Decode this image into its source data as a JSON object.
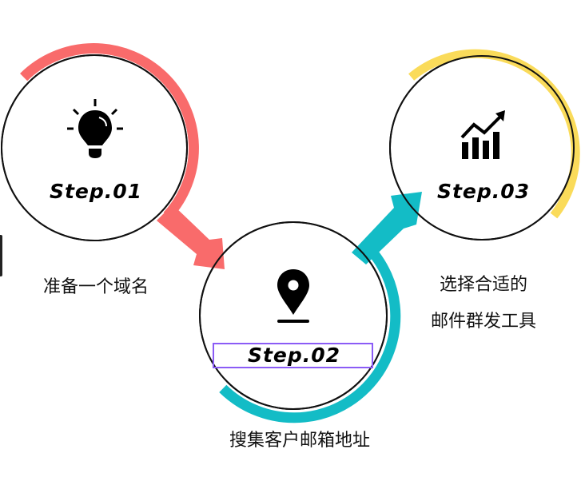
{
  "steps": [
    {
      "label": "Step.01",
      "caption": "准备一个域名",
      "icon": "lightbulb-icon",
      "color": "#f96b6b"
    },
    {
      "label": "Step.02",
      "caption": "搜集客户邮箱地址",
      "icon": "map-pin-icon",
      "color": "#13bcc6"
    },
    {
      "label": "Step.03",
      "caption_line1": "选择合适的",
      "caption_line2": "邮件群发工具",
      "icon": "bar-chart-growth-icon",
      "color": "#fadb5a"
    }
  ]
}
